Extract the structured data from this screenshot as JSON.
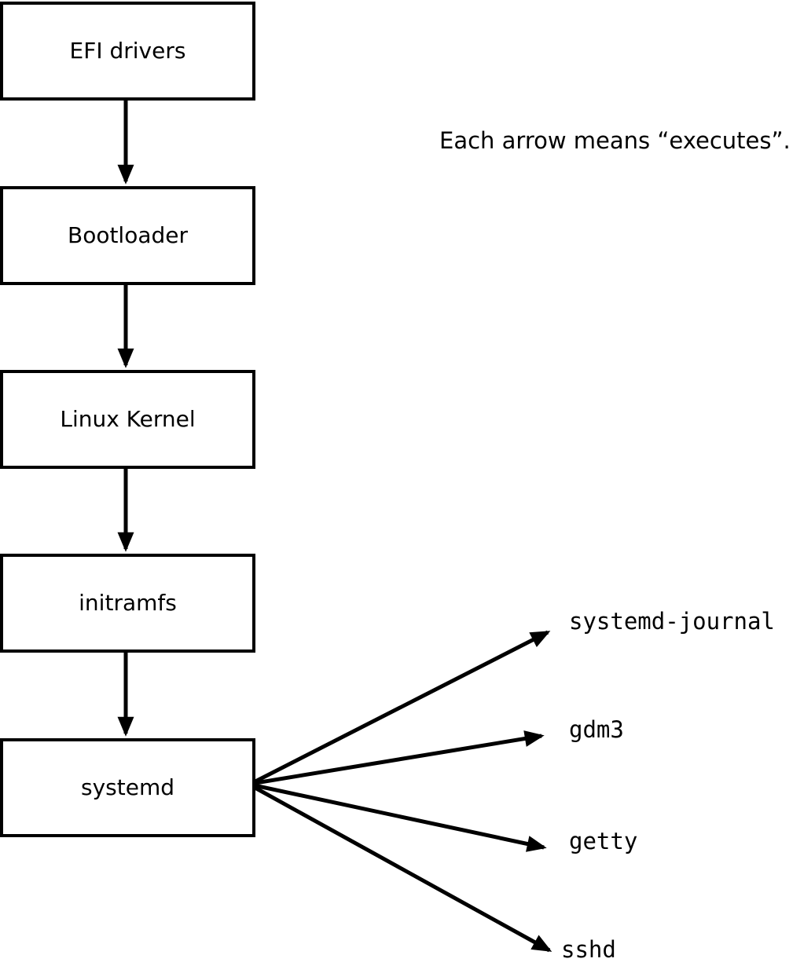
{
  "annotation": "Each arrow means “executes”.",
  "nodes": [
    {
      "id": "efi-drivers",
      "label": "EFI drivers"
    },
    {
      "id": "bootloader",
      "label": "Bootloader"
    },
    {
      "id": "linux-kernel",
      "label": "Linux Kernel"
    },
    {
      "id": "initramfs",
      "label": "initramfs"
    },
    {
      "id": "systemd",
      "label": "systemd"
    }
  ],
  "chain_arrows": [
    {
      "from": "EFI drivers",
      "to": "Bootloader"
    },
    {
      "from": "Bootloader",
      "to": "Linux Kernel"
    },
    {
      "from": "Linux Kernel",
      "to": "initramfs"
    },
    {
      "from": "initramfs",
      "to": "systemd"
    }
  ],
  "targets": [
    {
      "id": "systemd-journal",
      "label": "systemd-journal"
    },
    {
      "id": "gdm3",
      "label": "gdm3"
    },
    {
      "id": "getty",
      "label": "getty"
    },
    {
      "id": "sshd",
      "label": "sshd"
    }
  ],
  "fanout_arrows": [
    {
      "from": "systemd",
      "to": "systemd-journal"
    },
    {
      "from": "systemd",
      "to": "gdm3"
    },
    {
      "from": "systemd",
      "to": "getty"
    },
    {
      "from": "systemd",
      "to": "sshd"
    }
  ],
  "colors": {
    "box_border": "#000000",
    "box_fill": "#ffffff",
    "arrow": "#000000",
    "text": "#000000",
    "background": "#ffffff"
  }
}
